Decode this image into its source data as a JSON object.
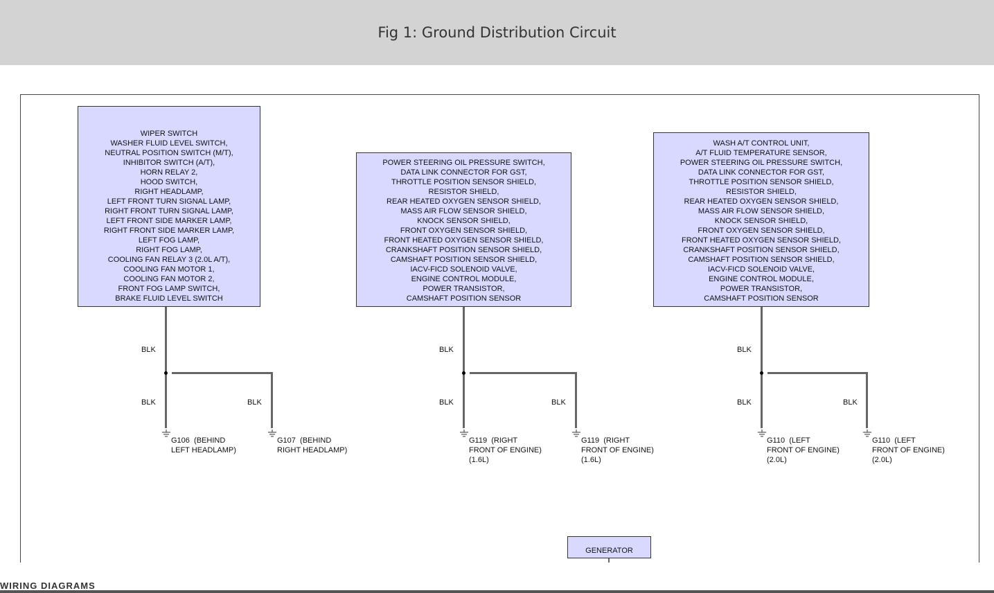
{
  "header": {
    "title": "Fig 1: Ground Distribution Circuit"
  },
  "components": [
    {
      "lines": [
        "WIPER SWITCH",
        "WASHER FLUID LEVEL SWITCH,",
        "NEUTRAL POSITION SWITCH (M/T),",
        "INHIBITOR SWITCH (A/T),",
        "HORN RELAY 2,",
        "HOOD SWITCH,",
        "RIGHT HEADLAMP,",
        "LEFT FRONT TURN SIGNAL LAMP,",
        "RIGHT FRONT TURN SIGNAL LAMP,",
        "LEFT FRONT SIDE MARKER LAMP,",
        "RIGHT FRONT SIDE MARKER LAMP,",
        "LEFT FOG LAMP,",
        "RIGHT FOG LAMP,",
        "COOLING FAN RELAY 3 (2.0L A/T),",
        "COOLING FAN MOTOR 1,",
        "COOLING FAN MOTOR 2,",
        "FRONT FOG LAMP SWITCH,",
        "BRAKE FLUID LEVEL SWITCH"
      ]
    },
    {
      "lines": [
        "POWER STEERING OIL PRESSURE SWITCH,",
        "DATA LINK CONNECTOR FOR GST,",
        "THROTTLE POSITION SENSOR SHIELD,",
        "RESISTOR SHIELD,",
        "REAR HEATED OXYGEN SENSOR SHIELD,",
        "MASS AIR FLOW SENSOR SHIELD,",
        "KNOCK SENSOR SHIELD,",
        "FRONT OXYGEN SENSOR SHIELD,",
        "FRONT HEATED OXYGEN SENSOR SHIELD,",
        "CRANKSHAFT POSITION SENSOR SHIELD,",
        "CAMSHAFT POSITION SENSOR SHIELD,",
        "IACV-FICD SOLENOID VALVE,",
        "ENGINE CONTROL MODULE,",
        "POWER TRANSISTOR,",
        "CAMSHAFT POSITION SENSOR"
      ]
    },
    {
      "lines": [
        "WASH A/T CONTROL UNIT,",
        "A/T FLUID TEMPERATURE SENSOR,",
        "POWER STEERING OIL PRESSURE SWITCH,",
        "DATA LINK CONNECTOR FOR GST,",
        "THROTTLE POSITION SENSOR SHIELD,",
        "RESISTOR SHIELD,",
        "REAR HEATED OXYGEN SENSOR SHIELD,",
        "MASS AIR FLOW SENSOR SHIELD,",
        "KNOCK SENSOR SHIELD,",
        "FRONT OXYGEN SENSOR SHIELD,",
        "FRONT HEATED OXYGEN SENSOR SHIELD,",
        "CRANKSHAFT POSITION SENSOR SHIELD,",
        "CAMSHAFT POSITION SENSOR SHIELD,",
        "IACV-FICD SOLENOID VALVE,",
        "ENGINE CONTROL MODULE,",
        "POWER TRANSISTOR,",
        "CAMSHAFT POSITION SENSOR"
      ]
    }
  ],
  "wire_color": "BLK",
  "grounds": [
    {
      "id": "G106",
      "location": "(BEHIND\nLEFT HEADLAMP)"
    },
    {
      "id": "G107",
      "location": "(BEHIND\nRIGHT HEADLAMP)"
    },
    {
      "id": "G119",
      "location": "(RIGHT\nFRONT OF ENGINE)\n(1.6L)"
    },
    {
      "id": "G119",
      "location": "(RIGHT\nFRONT OF ENGINE)\n(1.6L)"
    },
    {
      "id": "G110",
      "location": "(LEFT\nFRONT OF ENGINE)\n(2.0L)"
    },
    {
      "id": "G110",
      "location": "(LEFT\nFRONT OF ENGINE)\n(2.0L)"
    }
  ],
  "generator": {
    "label": "GENERATOR"
  },
  "footer": {
    "text": "WIRING DIAGRAMS"
  },
  "colors": {
    "box_fill": "#d9d9ff",
    "header_bg": "#d3d3d3",
    "wire": "#666666"
  }
}
